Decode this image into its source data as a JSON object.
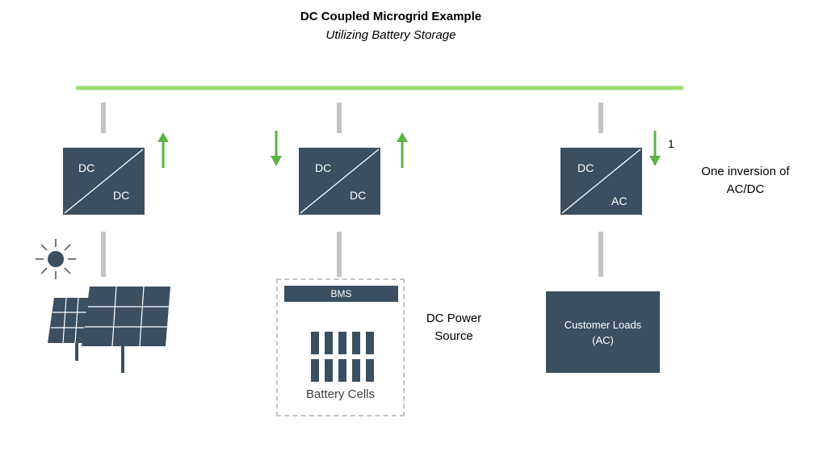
{
  "header": {
    "title": "DC Coupled Microgrid Example",
    "subtitle": "Utilizing Battery Storage"
  },
  "colors": {
    "bus": "#8fd35f",
    "converter": "#3c4f60",
    "connector": "#c3c3c3",
    "arrow": "#5ab344"
  },
  "converters": [
    {
      "input": "DC",
      "output": "DC"
    },
    {
      "input": "DC",
      "output": "DC"
    },
    {
      "input": "DC",
      "output": "AC"
    }
  ],
  "arrow_marker": "1",
  "inversion_note": [
    "One inversion of",
    "AC/DC"
  ],
  "battery": {
    "bms_label": "BMS",
    "cells_label": "Battery Cells",
    "source_label": [
      "DC Power",
      "Source"
    ]
  },
  "loads": {
    "label": [
      "Customer Loads",
      "(AC)"
    ]
  },
  "icons": {
    "sun": "sun-icon",
    "solar": "solar-panel-icon"
  }
}
